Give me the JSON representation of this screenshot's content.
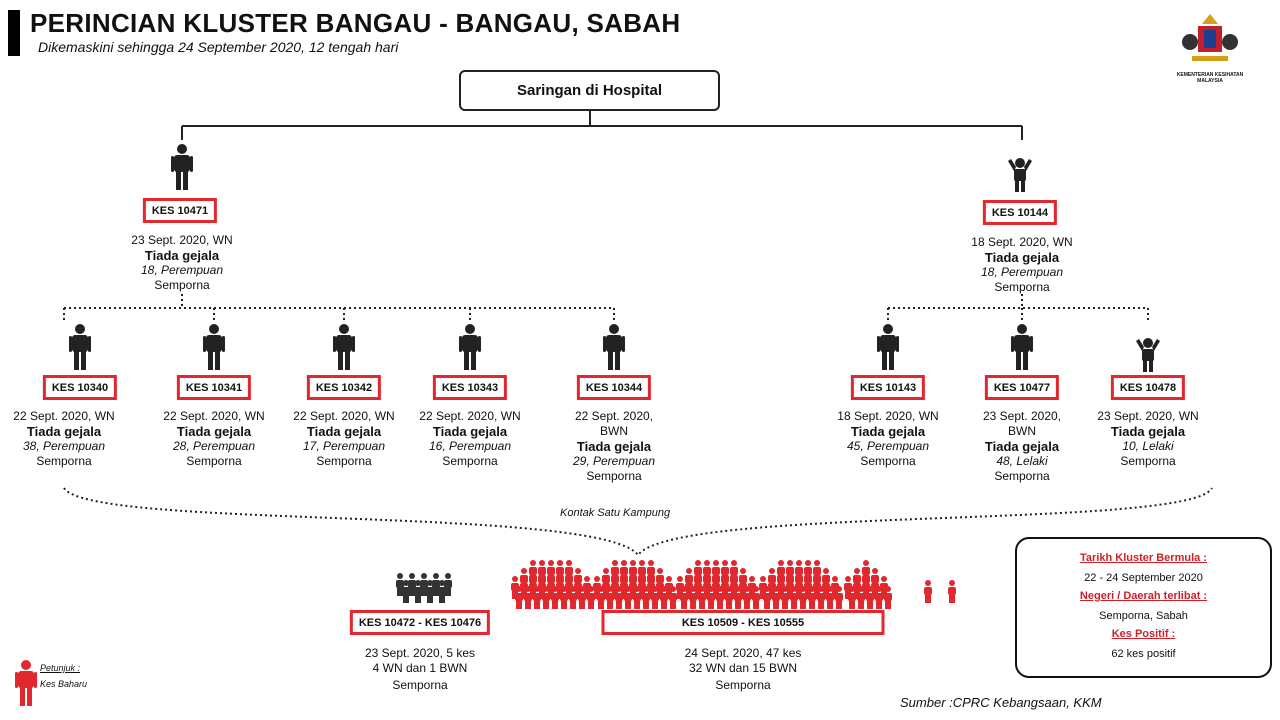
{
  "header": {
    "title": "PERINCIAN KLUSTER BANGAU - BANGAU, SABAH",
    "subtitle": "Dikemaskini sehingga 24 September 2020, 12 tengah hari"
  },
  "logo": {
    "text": "KEMENTERIAN KESIHATAN MALAYSIA"
  },
  "root": {
    "label": "Saringan di Hospital"
  },
  "colors": {
    "accent": "#e0282e",
    "text": "#111111"
  },
  "index_cases": [
    {
      "id": "KES 10471",
      "date": "23 Sept. 2020, WN",
      "status": "Tiada gejala",
      "detail": "18, Perempuan",
      "place": "Semporna",
      "icon": "adult-person-icon"
    },
    {
      "id": "KES 10144",
      "date": "18 Sept. 2020, WN",
      "status": "Tiada gejala",
      "detail": "18, Perempuan",
      "place": "Semporna",
      "icon": "child-person-icon"
    }
  ],
  "contacts": [
    {
      "id": "KES 10340",
      "date": "22 Sept. 2020, WN",
      "status": "Tiada gejala",
      "detail": "38, Perempuan",
      "place": "Semporna"
    },
    {
      "id": "KES 10341",
      "date": "22 Sept. 2020, WN",
      "status": "Tiada gejala",
      "detail": "28, Perempuan",
      "place": "Semporna"
    },
    {
      "id": "KES 10342",
      "date": "22 Sept. 2020, WN",
      "status": "Tiada gejala",
      "detail": "17, Perempuan",
      "place": "Semporna"
    },
    {
      "id": "KES 10343",
      "date": "22 Sept. 2020, WN",
      "status": "Tiada gejala",
      "detail": "16, Perempuan",
      "place": "Semporna"
    },
    {
      "id": "KES 10344",
      "date": "22 Sept. 2020,",
      "date2": "BWN",
      "status": "Tiada gejala",
      "detail": "29, Perempuan",
      "place": "Semporna"
    },
    {
      "id": "KES 10143",
      "date": "18 Sept. 2020, WN",
      "status": "Tiada gejala",
      "detail": "45, Perempuan",
      "place": "Semporna"
    },
    {
      "id": "KES 10477",
      "date": "23 Sept. 2020,",
      "date2": "BWN",
      "status": "Tiada gejala",
      "detail": "48, Lelaki",
      "place": "Semporna"
    },
    {
      "id": "KES 10478",
      "date": "23 Sept. 2020, WN",
      "status": "Tiada gejala",
      "detail": "10, Lelaki",
      "place": "Semporna"
    }
  ],
  "link_label": "Kontak Satu Kampung",
  "groups": [
    {
      "id": "KES 10472 - KES 10476",
      "line1": "23 Sept. 2020, 5 kes",
      "line2": "4 WN dan 1 BWN",
      "line3": "Semporna"
    },
    {
      "id": "KES 10509 - KES 10555",
      "line1": "24 Sept. 2020, 47 kes",
      "line2": "32 WN dan 15 BWN",
      "line3": "Semporna"
    }
  ],
  "summary": {
    "start_label": "Tarikh Kluster Bermula :",
    "start_value": "22 - 24 September 2020",
    "region_label": "Negeri / Daerah terlibat :",
    "region_value": "Semporna, Sabah",
    "positive_label": "Kes Positif :",
    "positive_value": "62 kes positif"
  },
  "legend": {
    "title": "Petunjuk :",
    "item": "Kes Baharu"
  },
  "source": "Sumber :CPRC Kebangsaan,  KKM"
}
